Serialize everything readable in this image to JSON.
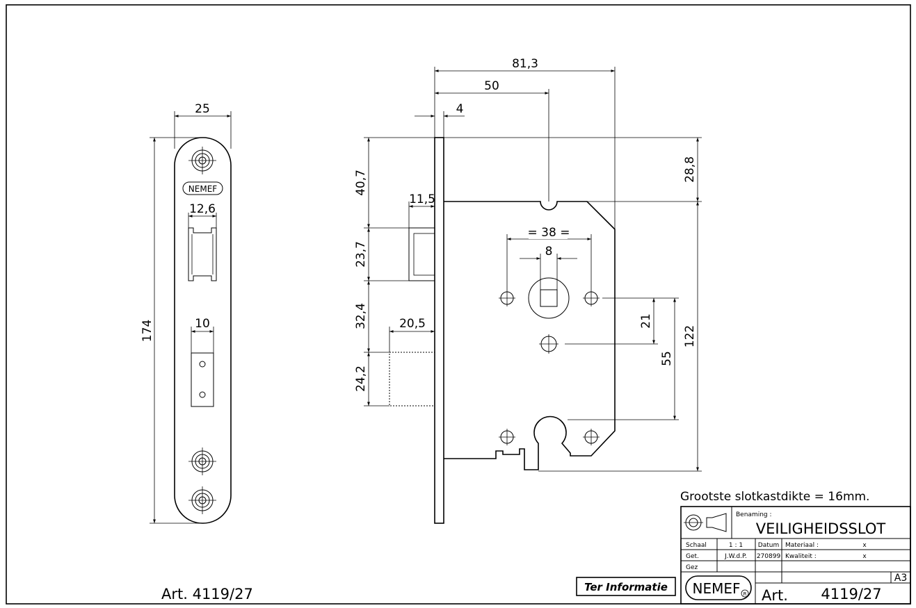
{
  "dimensions": {
    "front_width": "25",
    "front_height": "174",
    "strike_latch_width": "12,6",
    "strike_bolt_width": "10",
    "overall_width": "81,3",
    "backset": "50",
    "faceplate_thickness": "4",
    "latch_projection_depth": "11,5",
    "bolt_projection": "20,5",
    "top_to_case": "40,7",
    "latch_height": "23,7",
    "gap_latch_bolt": "32,4",
    "bolt_height": "24,2",
    "case_top_offset": "28,8",
    "case_height": "122",
    "fixing_hole_spacing": "= 38 =",
    "spindle_square": "8",
    "spindle_to_hole": "21",
    "spindle_to_cylinder": "55"
  },
  "brand": "NEMEF",
  "note": "Grootste slotkastdikte = 16mm.",
  "stamp": "Ter Informatie",
  "article_left": "Art.  4119/27",
  "title_block": {
    "benaming_label": "Benaming :",
    "benaming_value": "VEILIGHEIDSSLOT",
    "schaal_label": "Schaal",
    "schaal_value": "1 : 1",
    "datum_label": "Datum",
    "get_label": "Get.",
    "get_value": "J.W.d.P.",
    "datum_value": "270899",
    "gez_label": "Gez",
    "materiaal_label": "Materiaal :",
    "materiaal_value": "x",
    "kwaliteit_label": "Kwaliteit :",
    "kwaliteit_value": "x",
    "format": "A3",
    "art_label": "Art.",
    "art_number": "4119/27"
  }
}
